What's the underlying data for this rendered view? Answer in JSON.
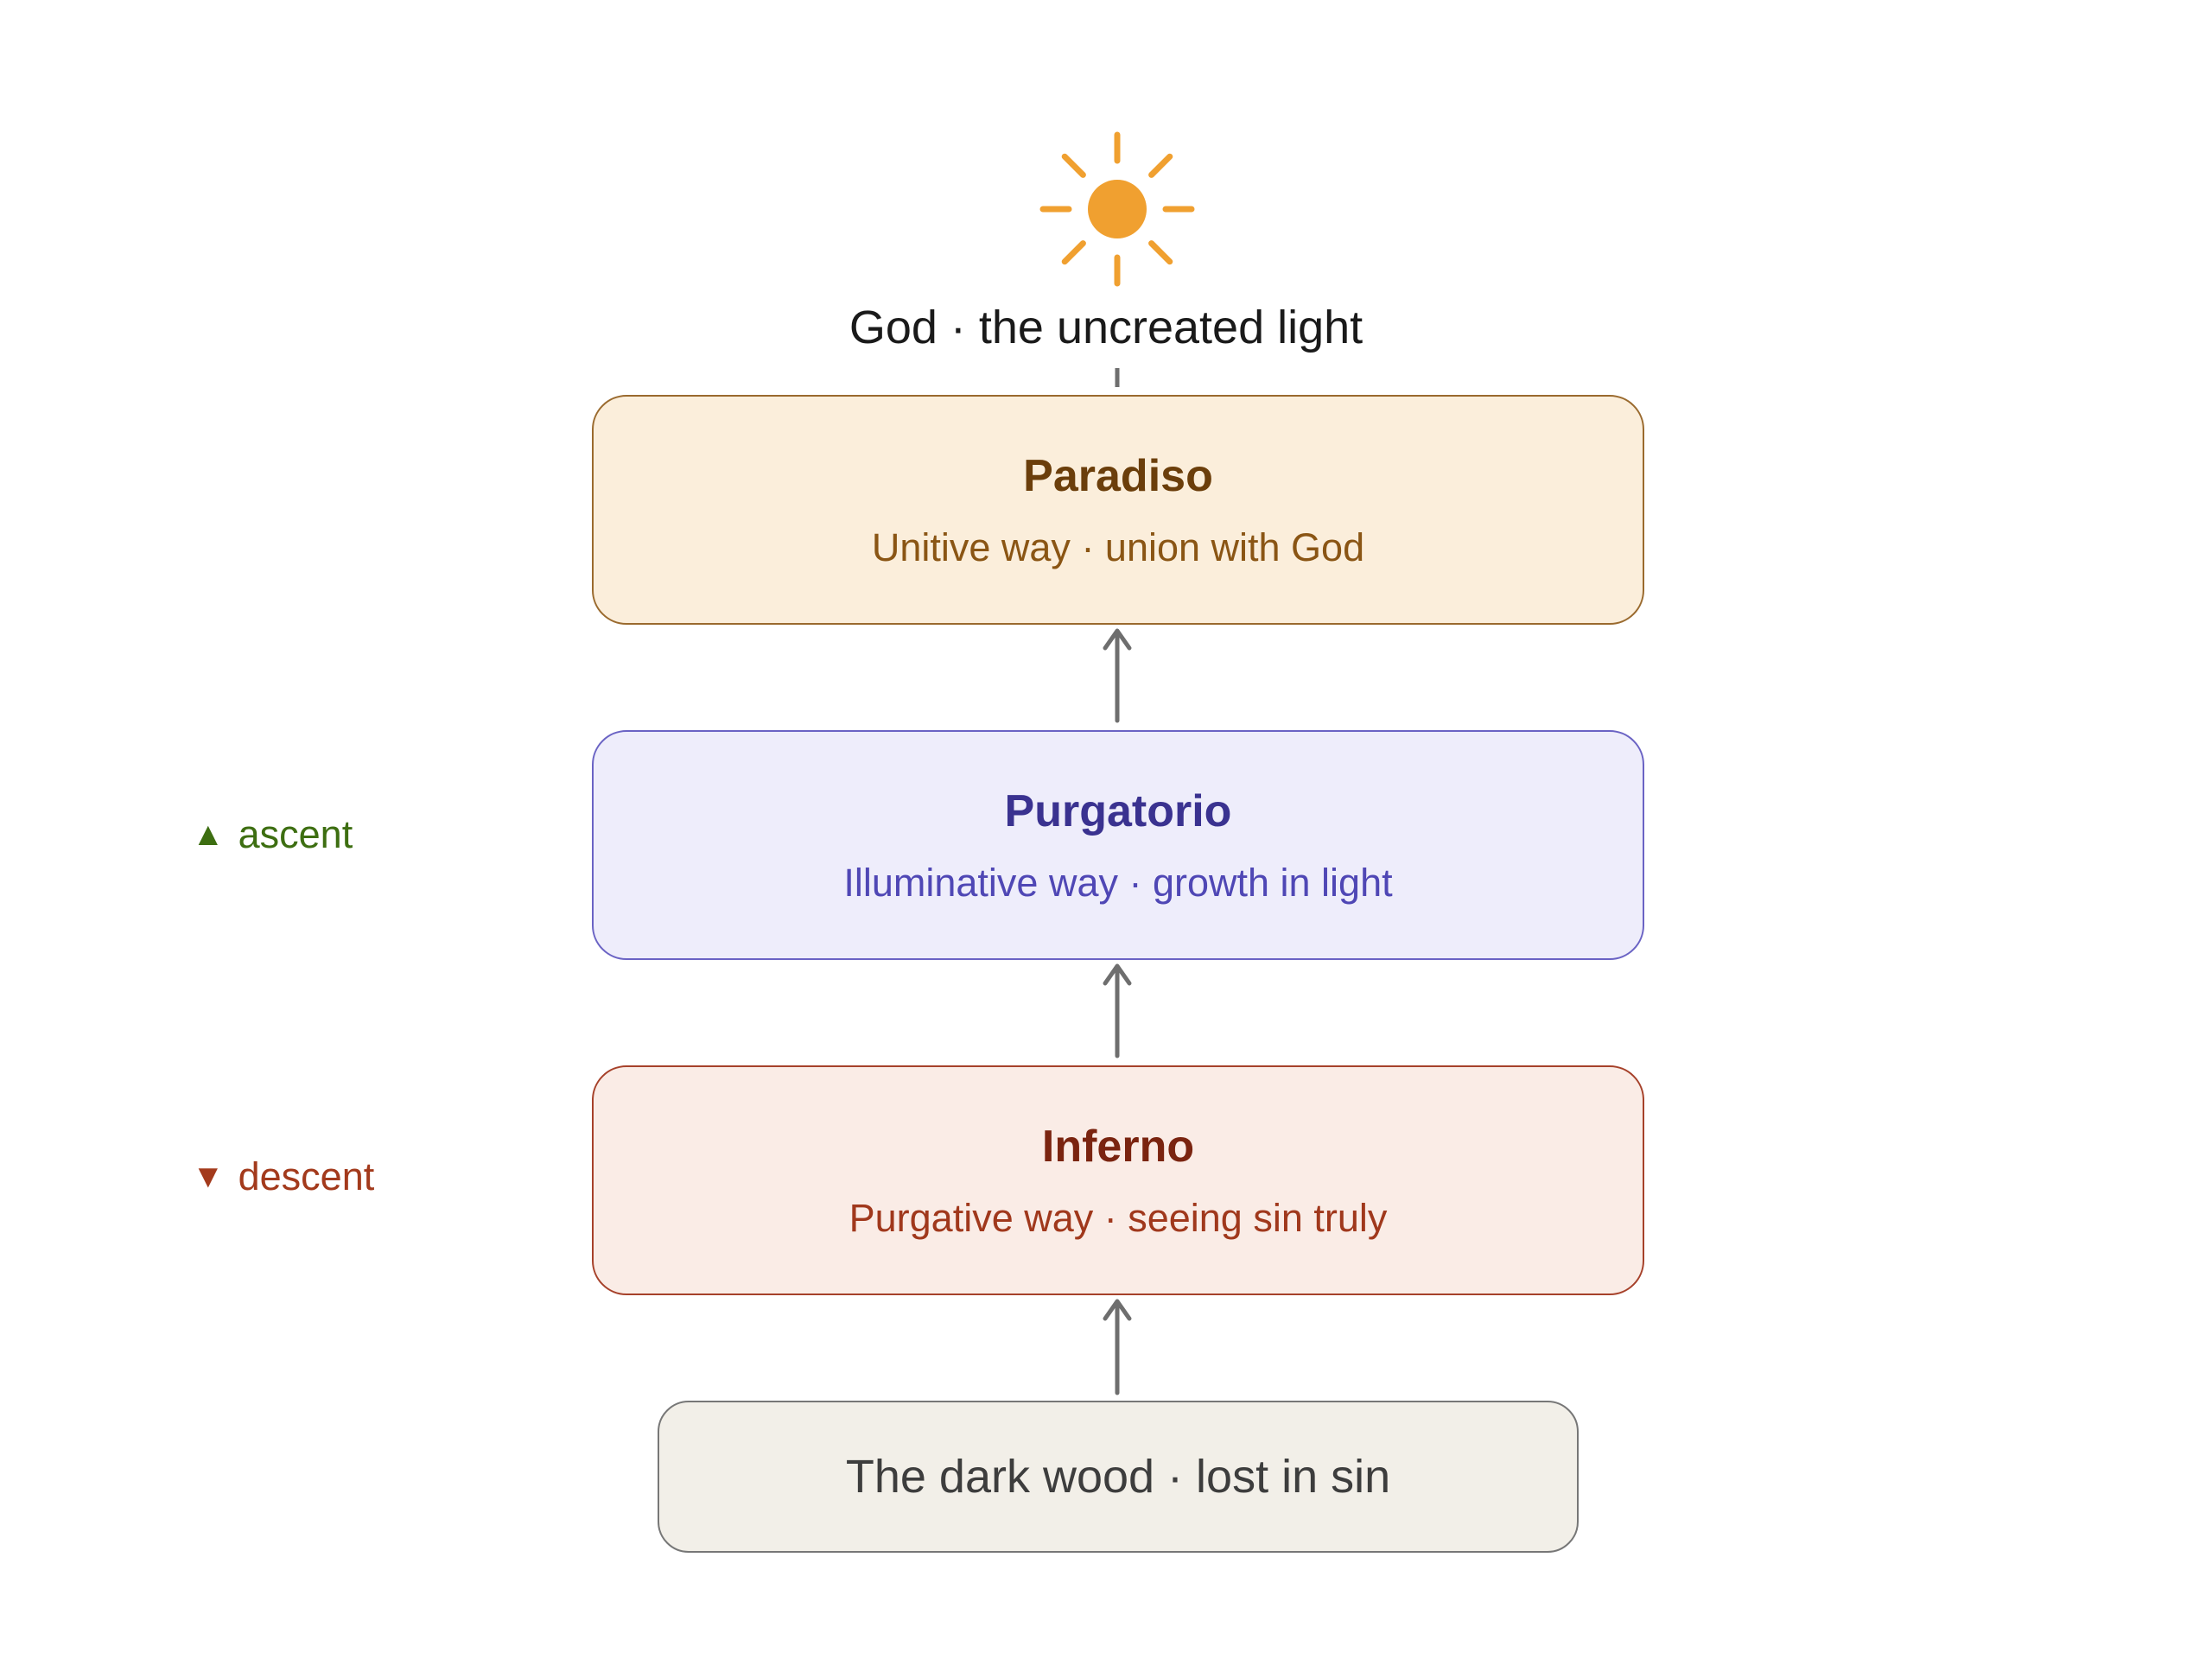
{
  "top": {
    "label": "God · the uncreated light",
    "icon": "sun-icon",
    "icon_color": "#f0a030"
  },
  "stages": [
    {
      "title": "Paradiso",
      "subtitle": "Unitive way · union with God",
      "fill": "#fbeedb",
      "border": "#9a6a2e",
      "title_color": "#6b3e0b",
      "subtitle_color": "#8a5514"
    },
    {
      "title": "Purgatorio",
      "subtitle": "Illuminative way · growth in light",
      "fill": "#eeedfb",
      "border": "#6a63c4",
      "title_color": "#3a3290",
      "subtitle_color": "#4f47b5"
    },
    {
      "title": "Inferno",
      "subtitle": "Purgative way · seeing sin truly",
      "fill": "#faece6",
      "border": "#a6412a",
      "title_color": "#7a2410",
      "subtitle_color": "#a0381c"
    }
  ],
  "start": {
    "label": "The dark wood · lost in sin",
    "fill": "#f2efe8",
    "border": "#777777",
    "text_color": "#3d3d3d"
  },
  "side_labels": {
    "ascent": {
      "glyph": "▲",
      "text": "ascent",
      "color": "#3d6e11"
    },
    "descent": {
      "glyph": "▼",
      "text": "descent",
      "color": "#a33a1c"
    }
  },
  "arrow_color": "#6e6e6e"
}
